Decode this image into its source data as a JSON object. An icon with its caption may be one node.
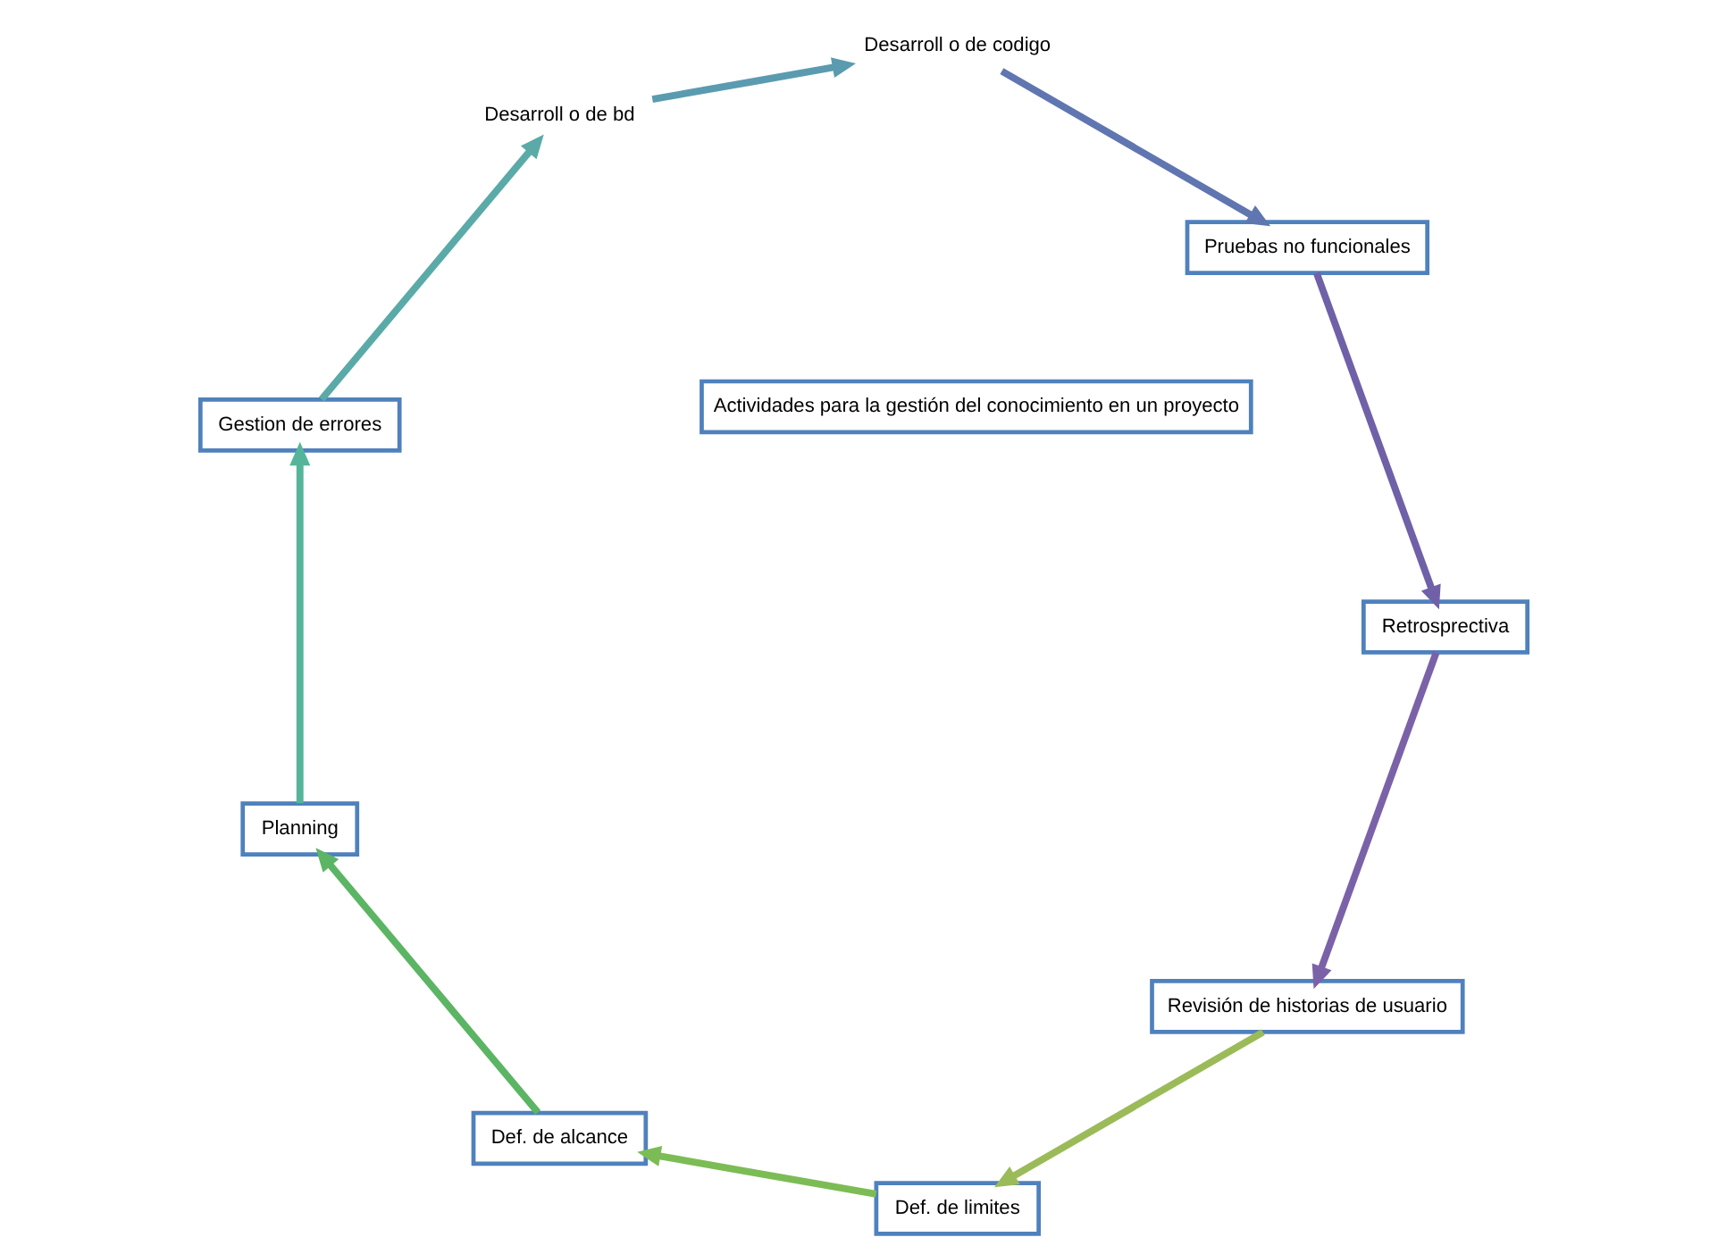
{
  "diagram": {
    "nodes": [
      {
        "text": [
          "Revisión de historias de usuario"
        ]
      },
      {
        "text": [
          "Def. de limites"
        ]
      },
      {
        "text": [
          "Def. de alcance"
        ]
      },
      {
        "text": [
          "Planning"
        ]
      },
      {
        "text": [
          "Gestion de errores"
        ]
      },
      {
        "text": [
          "Desarroll o de bd"
        ]
      },
      {
        "text": [
          "Desarroll o de codigo"
        ]
      },
      {
        "text": [
          "Pruebas no funcionales"
        ]
      },
      {
        "text": [
          "Retrosprectiva"
        ]
      },
      {
        "text": [
          "Actividades para la gestión del conocimiento en un proyecto"
        ]
      }
    ],
    "edges": [
      {
        "from": 8,
        "to": 0,
        "arrow": "to",
        "color": "#7b62a8"
      },
      {
        "from": 0,
        "to": 1,
        "arrow": "to",
        "color": "#9bbb59"
      },
      {
        "from": 1,
        "to": 2,
        "arrow": "to",
        "color": "#7cbc55"
      },
      {
        "from": 2,
        "to": 3,
        "arrow": "to",
        "color": "#5bb564"
      },
      {
        "from": 3,
        "to": 4,
        "arrow": "to",
        "color": "#55b59a"
      },
      {
        "from": 4,
        "to": 5,
        "arrow": "to",
        "color": "#5aaaa8"
      },
      {
        "from": 5,
        "to": 6,
        "arrow": "to",
        "color": "#5b9bb0"
      },
      {
        "from": 6,
        "to": 7,
        "arrow": "to",
        "color": "#6076b0"
      },
      {
        "from": 7,
        "to": 8,
        "arrow": "to",
        "color": "#7060a8"
      }
    ]
  }
}
